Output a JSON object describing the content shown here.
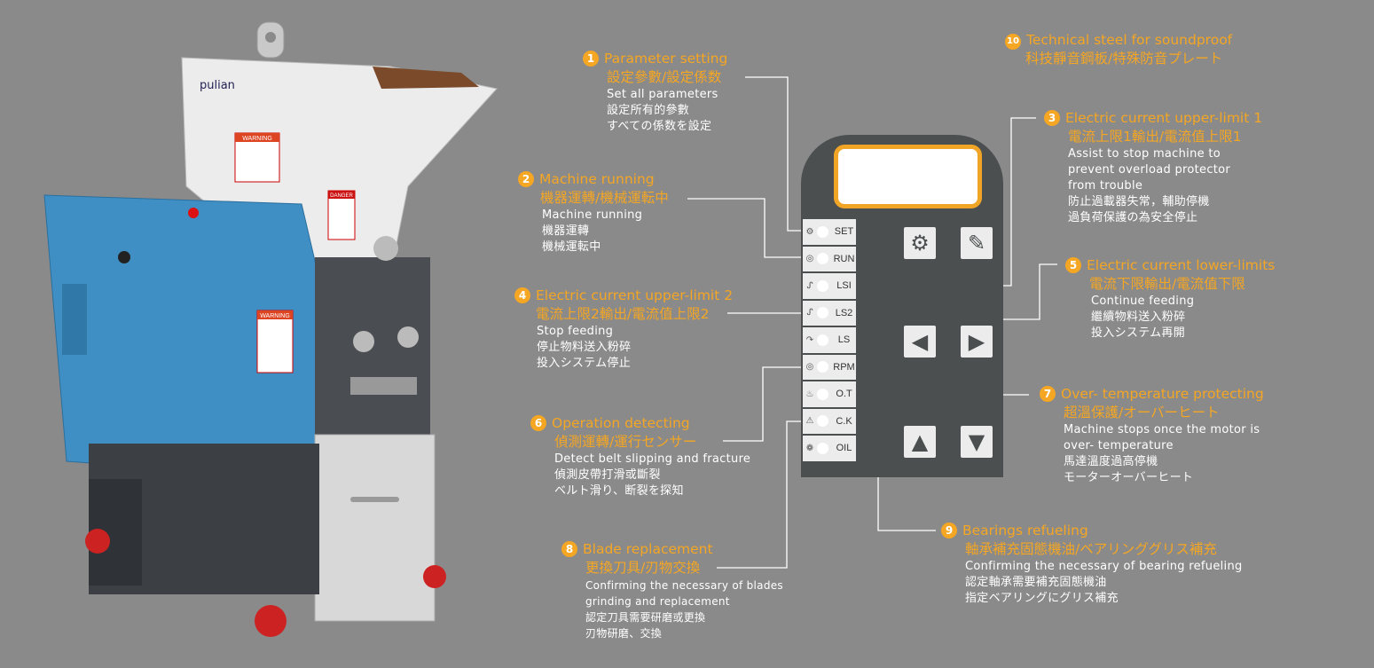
{
  "callouts": [
    {
      "num": "1",
      "title_en": "Parameter setting",
      "title_cn": "設定參數/設定係数",
      "desc": [
        "Set all  parameters",
        "設定所有的參數",
        "すべての係数を設定"
      ]
    },
    {
      "num": "2",
      "title_en": "Machine running",
      "title_cn": "機器運轉/機械運転中",
      "desc": [
        "Machine running",
        "機器運轉",
        "機械運転中"
      ]
    },
    {
      "num": "3",
      "title_en": "Electric current upper-limit 1",
      "title_cn": "電流上限1輸出/電流值上限1",
      "desc": [
        "Assist to stop machine to",
        "prevent overload protector",
        "from trouble",
        "防止過載器失常，輔助停機",
        "過負荷保護の為安全停止"
      ]
    },
    {
      "num": "4",
      "title_en": "Electric current upper-limit 2",
      "title_cn": "電流上限2輸出/電流值上限2",
      "desc": [
        "Stop feeding",
        "停止物料送入粉碎",
        "投入システム停止"
      ]
    },
    {
      "num": "5",
      "title_en": "Electric current lower-limits",
      "title_cn": "電流下限輸出/電流值下限",
      "desc": [
        "Continue feeding",
        "繼續物料送入粉碎",
        "投入システム再開"
      ]
    },
    {
      "num": "6",
      "title_en": "Operation detecting",
      "title_cn": "偵測運轉/運行センサー",
      "desc": [
        "Detect belt slipping and fracture",
        "偵測皮帶打滑或斷裂",
        "ベルト滑り、断裂を探知"
      ]
    },
    {
      "num": "7",
      "title_en": "Over- temperature protecting",
      "title_cn": "超溫保護/オーバーヒート",
      "desc": [
        "Machine stops once the motor is",
        "over- temperature",
        "馬達溫度過高停機",
        "モーターオーバーヒート"
      ]
    },
    {
      "num": "8",
      "title_en": "Blade replacement",
      "title_cn": "更換刀具/刃物交換",
      "desc": [
        "Confirming the necessary of blades",
        "grinding and replacement",
        "認定刀具需要研磨或更換",
        "刃物研磨、交換"
      ]
    },
    {
      "num": "9",
      "title_en": "Bearings refueling",
      "title_cn": "軸承補充固態機油/ベアリンググリス補充",
      "desc": [
        "Confirming the necessary of bearing refueling",
        "認定軸承需要補充固態機油",
        "指定ベアリングにグリス補充"
      ]
    },
    {
      "num": "10",
      "title_en": "Technical steel for soundproof",
      "title_cn": "科技靜音鋼板/特殊防音プレート",
      "desc": []
    }
  ],
  "panel": {
    "keys": [
      "SET",
      "RUN",
      "LSI",
      "LS2",
      "LS",
      "RPM",
      "O.T",
      "C.K",
      "OIL"
    ]
  },
  "machine": {
    "brand": "pulian",
    "labels": [
      "WARNING",
      "DANGER",
      "WARNING"
    ]
  },
  "colors": {
    "accent": "#f5a623",
    "background": "#8a8a8a",
    "panel": "#4c4f50",
    "machine_blue": "#3f8fc4"
  }
}
